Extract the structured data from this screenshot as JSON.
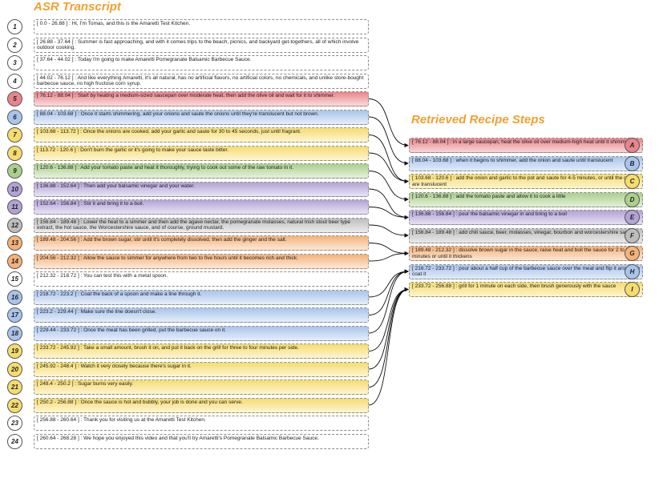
{
  "asr_title": "ASR Transcript",
  "retrieved_title": "Retrieved Recipe Steps",
  "colors": {
    "red": "#e8848a",
    "blue": "#a9c4ec",
    "yellow": "#f6dc6e",
    "green": "#aad08c",
    "purple": "#b3a2d6",
    "gray": "#bdbdbd",
    "orange": "#f4b27a",
    "white": "#ffffff"
  },
  "transcript": [
    {
      "num": "1",
      "text": "[ 0.0 - 26.88 ] : Hi, I'm Tomas, and this is the Amaretti Test Kitchen.",
      "color": "white"
    },
    {
      "num": "2",
      "text": "[ 26.88 - 37.64 ] : Summer is fast approaching, and with it comes trips to the beach, picnics, and backyard get-togethers, all of which involve outdoor cooking.",
      "color": "white"
    },
    {
      "num": "3",
      "text": "[ 37.64 - 44.02 ] : Today I'm going to make Amaretti Pomegranate Balsamic Barbecue Sauce.",
      "color": "white"
    },
    {
      "num": "4",
      "text": "[ 44.02 - 76.12 ] : And like everything Amaretti, it's all natural, has no artificial flavors, no artificial colors, no chemicals, and unlike store-bought barbecue sauce, no high fructose corn syrup.",
      "color": "white"
    },
    {
      "num": "5",
      "text": "[ 76.12 - 88.04 ] : Start by heating a medium-sized saucepan over moderate heat, then add the olive oil and wait for it to shimmer.",
      "color": "red"
    },
    {
      "num": "6",
      "text": "[ 88.04 - 103.68 ] : Once it starts shimmering, add your onions and saute the onions until they're translucent but not brown.",
      "color": "blue"
    },
    {
      "num": "7",
      "text": "[ 103.68 - 113.72 ] : Once the onions are cooked, add your garlic and saute for 30 to 45 seconds, just until fragrant.",
      "color": "yellow"
    },
    {
      "num": "8",
      "text": "[ 113.72 - 120.6 ] : Don't burn the garlic or it's going to make your sauce taste bitter.",
      "color": "yellow"
    },
    {
      "num": "9",
      "text": "[ 120.6 - 136.88 ] : Add your tomato paste and heat it thoroughly, trying to cook out some of the raw tomato in it.",
      "color": "green"
    },
    {
      "num": "10",
      "text": "[ 136.88 - 152.64 ] : Then add your balsamic vinegar and your water.",
      "color": "purple"
    },
    {
      "num": "11",
      "text": "[ 152.64 - 156.84 ] : Stir it and bring it to a boil.",
      "color": "purple"
    },
    {
      "num": "12",
      "text": "[ 156.84 - 189.48 ] : Lower the heat to a simmer and then add the agave nectar, the pomegranate molasses, natural Irish stout beer type extract, the hot sauce, the Worcestershire sauce, and of course, ground mustard.",
      "color": "gray"
    },
    {
      "num": "13",
      "text": "[ 189.48 - 204.56 ] : Add the brown sugar, stir until it's completely dissolved, then add the ginger and the salt.",
      "color": "orange"
    },
    {
      "num": "14",
      "text": "[ 204.56 - 212.32 ] : Allow the sauce to simmer for anywhere from two to five hours until it becomes rich and thick.",
      "color": "orange"
    },
    {
      "num": "15",
      "text": "[ 212.32 - 218.72 ] : You can test this with a metal spoon.",
      "color": "white"
    },
    {
      "num": "16",
      "text": "[ 218.72 - 223.2 ] : Coat the back of a spoon and make a line through it.",
      "color": "blue"
    },
    {
      "num": "17",
      "text": "[ 223.2 - 229.44 ] : Make sure the line doesn't close.",
      "color": "blue"
    },
    {
      "num": "18",
      "text": "[ 229.44 - 233.72 ] : Once the meat has been grilled, put the barbecue sauce on it.",
      "color": "blue"
    },
    {
      "num": "19",
      "text": "[ 233.72 - 245.92 ] : Take a small amount, brush it on, and put it back on the grill for three to four minutes per side.",
      "color": "yellow"
    },
    {
      "num": "20",
      "text": "[ 245.92 - 248.4 ] : Watch it very closely because there's sugar in it.",
      "color": "yellow"
    },
    {
      "num": "21",
      "text": "[ 248.4 - 250.2 ] : Sugar burns very easily.",
      "color": "yellow"
    },
    {
      "num": "22",
      "text": "[ 250.2 - 256.88 ] : Once the sauce is hot and bubbly, your job is done and you can serve.",
      "color": "yellow"
    },
    {
      "num": "23",
      "text": "[ 256.88 - 260.64 ] : Thank you for visiting us at the Amaretti Test Kitchen.",
      "color": "white"
    },
    {
      "num": "24",
      "text": "[ 260.64 - 268.28 ] : We hope you enjoyed this video and that you'll try Amaretti's Pomegranate Balsamic Barbecue Sauce.",
      "color": "white"
    }
  ],
  "steps": [
    {
      "letter": "A",
      "text": "[ 76.12 - 88.04 ] : in a large saucepan, heat the olive oil over medium-high heat until it shimmers",
      "color": "red"
    },
    {
      "letter": "B",
      "text": "[ 88.04 - 103.68 ] : when it begins to shimmer, add the onion and saute until translucent",
      "color": "blue"
    },
    {
      "letter": "C",
      "text": "[ 103.68 - 120.6 ] : add the onion and garlic to the pot and saute for 4-5 minutes, or until the onions are translucent",
      "color": "yellow"
    },
    {
      "letter": "D",
      "text": "[ 120.6 - 136.88 ] : add the tomato paste and allow it to cook a little",
      "color": "green"
    },
    {
      "letter": "E",
      "text": "[ 136.88 - 156.84 ] : pour the balsamic vinegar in and bring to a boil",
      "color": "purple"
    },
    {
      "letter": "F",
      "text": "[ 156.84 - 189.48 ] : add chili sauce, beer, molasses, vinegar, bourbon and worcestershire sauce",
      "color": "gray"
    },
    {
      "letter": "G",
      "text": "[ 189.48 - 212.32 ] : dissolve brown sugar in the sauce, raise heat and boil the sauce for 2 to 3 minutes or until it thickens",
      "color": "orange"
    },
    {
      "letter": "H",
      "text": "[ 216.72 - 233.72 ] : pour about a half cup of the barbecue sauce over the meat and flip it around to coat it",
      "color": "blue"
    },
    {
      "letter": "I",
      "text": "[ 233.72 - 256.88 ] : grill for 1 minute on each side, then brush generously with the sauce",
      "color": "yellow"
    }
  ],
  "links": [
    {
      "from": "5",
      "to": "A"
    },
    {
      "from": "6",
      "to": "B"
    },
    {
      "from": "7",
      "to": "C"
    },
    {
      "from": "8",
      "to": "C"
    },
    {
      "from": "9",
      "to": "D"
    },
    {
      "from": "10",
      "to": "E"
    },
    {
      "from": "11",
      "to": "E"
    },
    {
      "from": "12",
      "to": "F"
    },
    {
      "from": "13",
      "to": "G"
    },
    {
      "from": "14",
      "to": "G"
    },
    {
      "from": "16",
      "to": "H"
    },
    {
      "from": "17",
      "to": "H"
    },
    {
      "from": "18",
      "to": "H"
    },
    {
      "from": "19",
      "to": "I"
    },
    {
      "from": "20",
      "to": "I"
    },
    {
      "from": "21",
      "to": "I"
    },
    {
      "from": "22",
      "to": "I"
    }
  ]
}
